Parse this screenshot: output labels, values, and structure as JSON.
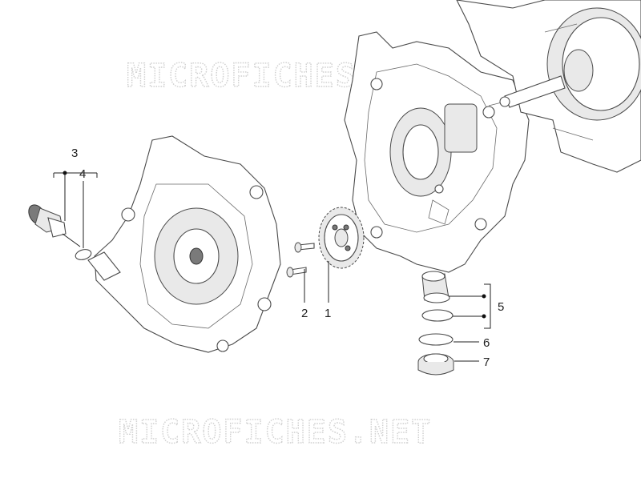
{
  "watermark": {
    "top": "MICROFICHES.NET",
    "bottom": "MICROFICHES.NET"
  },
  "callouts": {
    "c1": "1",
    "c2": "2",
    "c3": "3",
    "c4": "4",
    "c5": "5",
    "c6": "6",
    "c7": "7"
  }
}
